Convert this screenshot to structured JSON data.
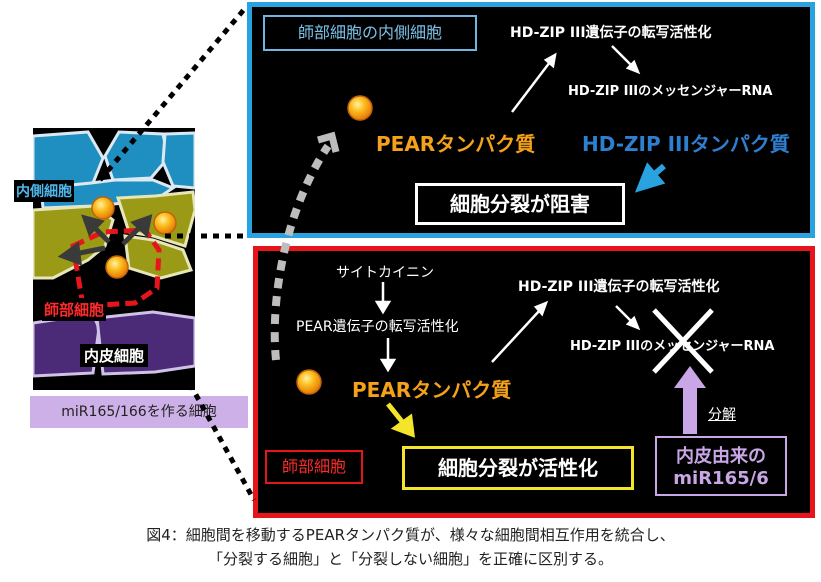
{
  "left_panel": {
    "inner_cell_label": "内側細胞",
    "phloem_cell_label": "師部細胞",
    "endodermis_label": "内皮細胞",
    "mir_cell_label": "miR165/166を作る細胞"
  },
  "top_panel": {
    "title": "師部細胞の内側細胞",
    "hdzip_transcription": "HD-ZIP III遺伝子の転写活性化",
    "hdzip_mrna": "HD-ZIP IIIのメッセンジャーRNA",
    "pear_protein": "PEARタンパク質",
    "hdzip_protein": "HD-ZIP IIIタンパク質",
    "division_blocked": "細胞分裂が阻害"
  },
  "bottom_panel": {
    "cytokinin": "サイトカイニン",
    "pear_transcription": "PEAR遺伝子の転写活性化",
    "pear_protein": "PEARタンパク質",
    "hdzip_transcription": "HD-ZIP III遺伝子の転写活性化",
    "hdzip_mrna": "HD-ZIP IIIのメッセンジャーRNA",
    "degradation": "分解",
    "phloem_label": "師部細胞",
    "division_activated": "細胞分裂が活性化",
    "mir_origin_line1": "内皮由来の",
    "mir_origin_line2": "miR165/6"
  },
  "caption": {
    "line1": "図4：細胞間を移動するPEARタンパク質が、様々な細胞間相互作用を統合し、",
    "line2": "「分裂する細胞」と「分裂しない細胞」を正確に区別する。"
  },
  "colors": {
    "top_border": "#29a3e0",
    "bottom_border": "#e8141b",
    "pear_orange": "#f5a21a",
    "hdzip_blue": "#2f7fd0",
    "mir_purple": "#c9a6e6",
    "yellow": "#f5e52a",
    "inner_cell_blue": "#1f8ec0",
    "phloem_olive": "#9a9a16",
    "endodermis_purple": "#4b2a78"
  }
}
